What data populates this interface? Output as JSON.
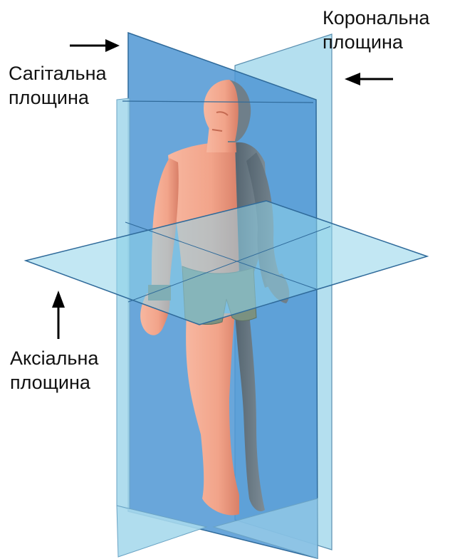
{
  "labels": {
    "coronal": {
      "line1": "Корональна",
      "line2": "площина"
    },
    "sagittal": {
      "line1": "Сагітальна",
      "line2": "площина"
    },
    "axial": {
      "line1": "Аксіальна",
      "line2": "площина"
    }
  },
  "colors": {
    "plane_deep": "#5b9fd8",
    "plane_light": "#a7d9ec",
    "plane_axial": "#8fd3ea",
    "skin": "#f2a48a",
    "skin_shadow": "#d97b62",
    "shadow_side": "#6f7f8a",
    "shorts": "#7b9180",
    "arrow": "#000000",
    "text": "#111111"
  },
  "icons": [
    "arrow-right-icon",
    "arrow-left-icon",
    "arrow-up-icon"
  ]
}
